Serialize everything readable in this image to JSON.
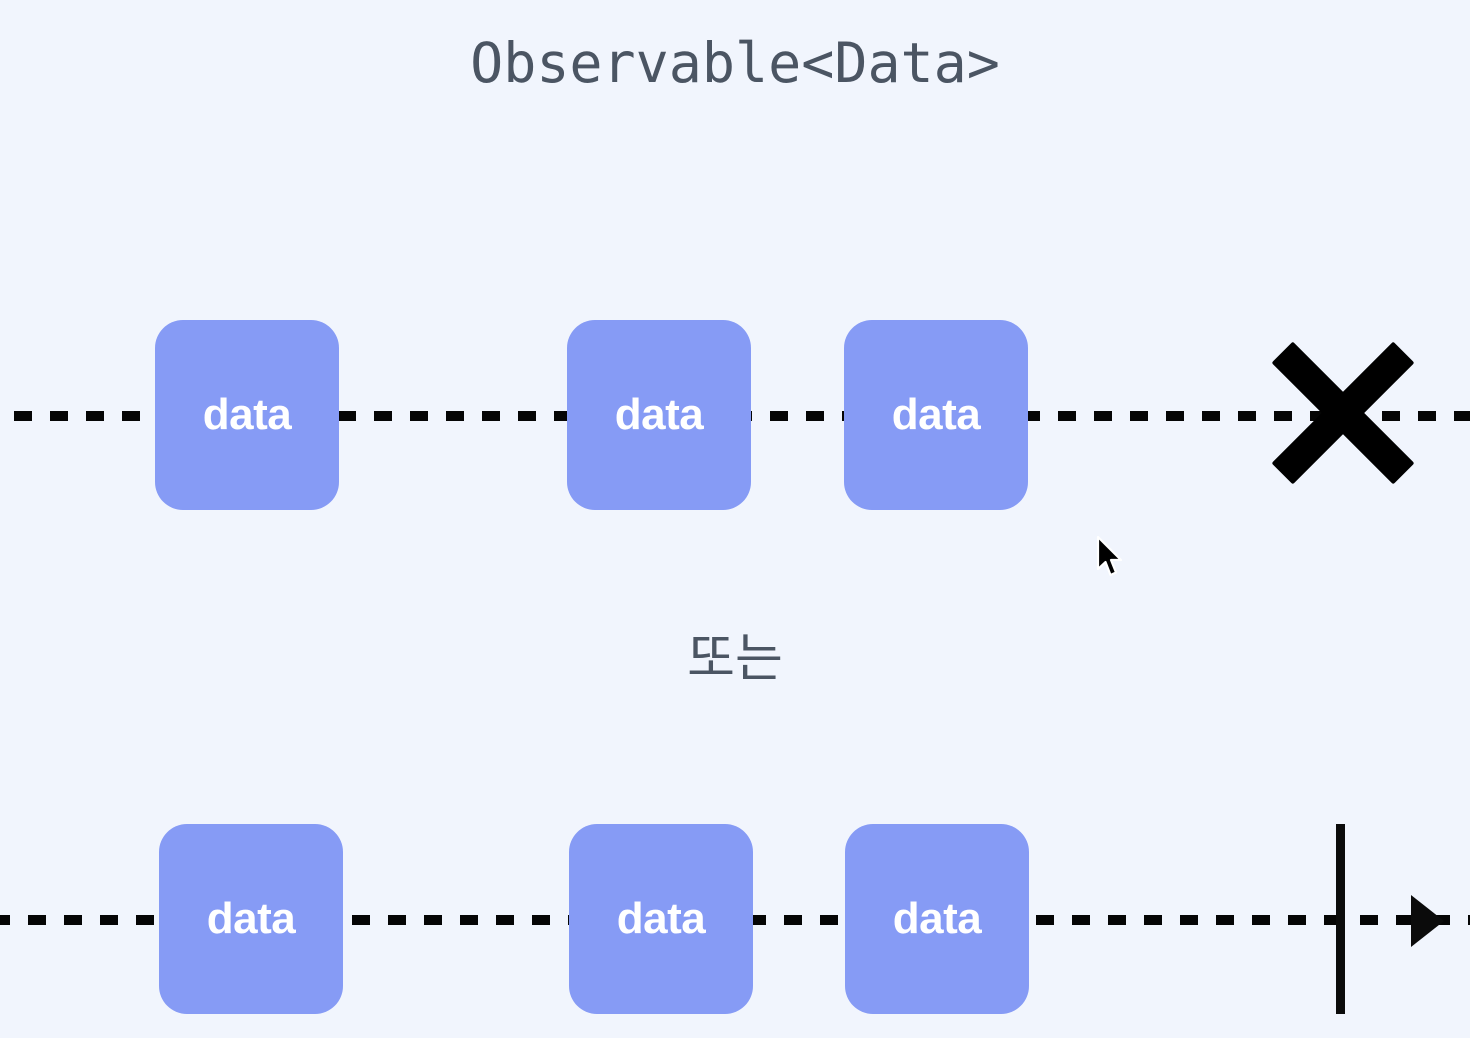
{
  "diagram": {
    "title": "Observable<Data>",
    "separator_label": "또는",
    "colors": {
      "background": "#f1f5fd",
      "marble_fill": "#869bf5",
      "marble_text": "#ffffff",
      "line": "#050505",
      "title_text": "#4b5563"
    },
    "rows": [
      {
        "name": "error-stream",
        "marbles": [
          {
            "label": "data"
          },
          {
            "label": "data"
          },
          {
            "label": "data"
          }
        ],
        "terminator": "error-x"
      },
      {
        "name": "complete-stream",
        "marbles": [
          {
            "label": "data"
          },
          {
            "label": "data"
          },
          {
            "label": "data"
          }
        ],
        "terminator": "complete-bar-arrow"
      }
    ]
  },
  "cursor": {
    "icon": "mouse-pointer-icon"
  }
}
